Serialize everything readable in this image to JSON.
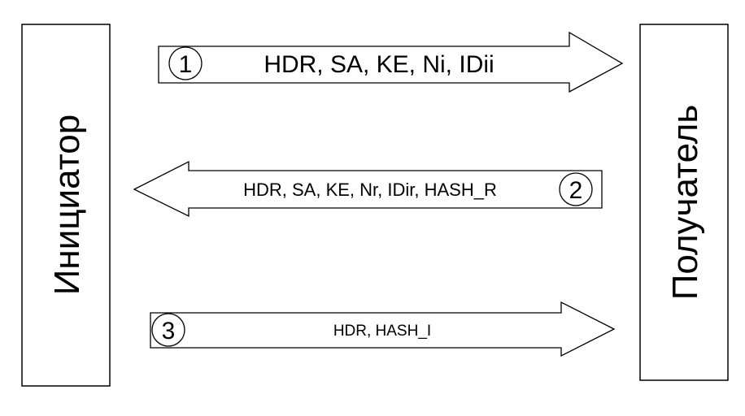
{
  "initiator": {
    "label": "Инициатор"
  },
  "responder": {
    "label": "Получатель"
  },
  "messages": [
    {
      "number": "1",
      "text": "HDR, SA, KE, Ni, IDii",
      "direction": "right"
    },
    {
      "number": "2",
      "text": "HDR, SA, KE, Nr, IDir, HASH_R",
      "direction": "left"
    },
    {
      "number": "3",
      "text": "HDR, HASH_I",
      "direction": "right"
    }
  ]
}
